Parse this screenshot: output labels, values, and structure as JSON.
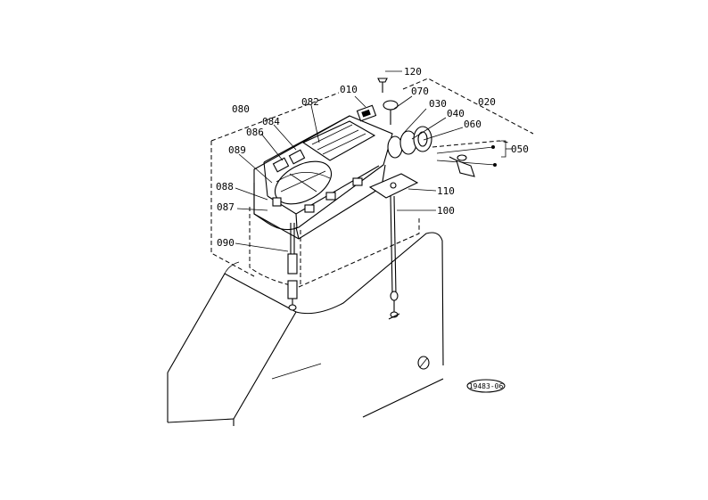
{
  "parts": {
    "p010": "010",
    "p020": "020",
    "p030": "030",
    "p040": "040",
    "p050": "050",
    "p060": "060",
    "p070": "070",
    "p080": "080",
    "p082": "082",
    "p084": "084",
    "p086": "086",
    "p087": "087",
    "p088": "088",
    "p089": "089",
    "p090": "090",
    "p100": "100",
    "p110": "110",
    "p120": "120"
  },
  "stamp": "19483-06"
}
